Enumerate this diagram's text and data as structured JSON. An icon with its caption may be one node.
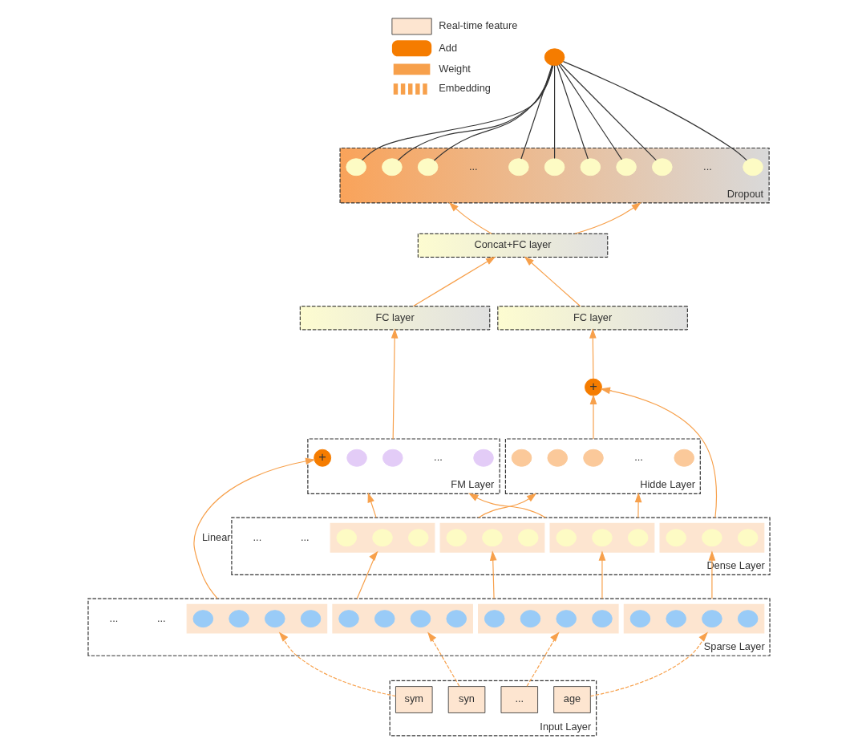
{
  "diagram": {
    "nodes": [
      {
        "text": [],
        "shape": "circle"
      },
      {
        "text": [
          "Dropout"
        ]
      },
      {
        "text": [],
        "shape": "circle",
        "in": 1
      },
      {
        "text": [],
        "shape": "circle",
        "in": 1
      },
      {
        "text": [],
        "shape": "circle",
        "in": 1
      },
      {
        "text": [
          "..."
        ],
        "in": 1
      },
      {
        "text": [],
        "shape": "circle",
        "in": 1
      },
      {
        "text": [],
        "shape": "circle",
        "in": 1
      },
      {
        "text": [],
        "shape": "circle",
        "in": 1
      },
      {
        "text": [],
        "shape": "circle",
        "in": 1
      },
      {
        "text": [],
        "shape": "circle",
        "in": 1
      },
      {
        "text": [
          "..."
        ],
        "in": 1
      },
      {
        "text": [],
        "shape": "circle",
        "in": 1
      },
      {
        "text": [
          "Concat+FC layer"
        ]
      },
      {
        "text": [
          "FC layer"
        ]
      },
      {
        "text": [
          "FC layer"
        ]
      },
      {
        "text": [
          "+"
        ]
      },
      {
        "text": [
          "FM Layer"
        ]
      },
      {
        "text": [
          "+"
        ],
        "in": 17
      },
      {
        "text": [],
        "shape": "circle",
        "in": 17
      },
      {
        "text": [],
        "shape": "circle",
        "in": 17
      },
      {
        "text": [
          "..."
        ],
        "in": 17
      },
      {
        "text": [],
        "shape": "circle",
        "in": 17
      },
      {
        "text": [
          "Hidde Layer"
        ]
      },
      {
        "text": [],
        "shape": "circle",
        "in": 23
      },
      {
        "text": [],
        "shape": "circle",
        "in": 23
      },
      {
        "text": [],
        "shape": "circle",
        "in": 23
      },
      {
        "text": [
          "..."
        ],
        "in": 23
      },
      {
        "text": [],
        "shape": "circle",
        "in": 23
      },
      {
        "text": [
          "Dense Layer"
        ]
      },
      {
        "text": [],
        "shape": "box",
        "in": 29
      },
      {
        "text": [],
        "shape": "circle",
        "in": 30
      },
      {
        "text": [],
        "shape": "circle",
        "in": 30
      },
      {
        "text": [],
        "shape": "circle",
        "in": 30
      },
      {
        "text": [
          "..."
        ],
        "in": 29
      },
      {
        "text": [],
        "shape": "box",
        "in": 29
      },
      {
        "text": [],
        "shape": "circle",
        "in": 35
      },
      {
        "text": [],
        "shape": "circle",
        "in": 35
      },
      {
        "text": [],
        "shape": "circle",
        "in": 35
      },
      {
        "text": [],
        "shape": "box",
        "in": 29
      },
      {
        "text": [],
        "shape": "circle",
        "in": 39
      },
      {
        "text": [],
        "shape": "circle",
        "in": 39
      },
      {
        "text": [],
        "shape": "circle",
        "in": 39
      },
      {
        "text": [
          "..."
        ],
        "in": 29
      },
      {
        "text": [],
        "shape": "box",
        "in": 29
      },
      {
        "text": [],
        "shape": "circle",
        "in": 44
      },
      {
        "text": [],
        "shape": "circle",
        "in": 44
      },
      {
        "text": [],
        "shape": "circle",
        "in": 44
      },
      {
        "text": [
          "Sparse Layer"
        ]
      },
      {
        "text": [],
        "shape": "box",
        "in": 48
      },
      {
        "text": [],
        "shape": "circle",
        "in": 49
      },
      {
        "text": [],
        "shape": "circle",
        "in": 49
      },
      {
        "text": [],
        "shape": "circle",
        "in": 49
      },
      {
        "text": [],
        "shape": "circle",
        "in": 49
      },
      {
        "text": [
          "..."
        ],
        "in": 48
      },
      {
        "text": [],
        "shape": "box",
        "in": 48
      },
      {
        "text": [],
        "shape": "circle",
        "in": 55
      },
      {
        "text": [],
        "shape": "circle",
        "in": 55
      },
      {
        "text": [],
        "shape": "circle",
        "in": 55
      },
      {
        "text": [],
        "shape": "circle",
        "in": 55
      },
      {
        "text": [],
        "shape": "box",
        "in": 48
      },
      {
        "text": [],
        "shape": "circle",
        "in": 60
      },
      {
        "text": [],
        "shape": "circle",
        "in": 60
      },
      {
        "text": [],
        "shape": "circle",
        "in": 60
      },
      {
        "text": [],
        "shape": "circle",
        "in": 60
      },
      {
        "text": [
          "..."
        ],
        "in": 48
      },
      {
        "text": [],
        "shape": "box",
        "in": 48
      },
      {
        "text": [],
        "shape": "circle",
        "in": 66
      },
      {
        "text": [],
        "shape": "circle",
        "in": 66
      },
      {
        "text": [],
        "shape": "circle",
        "in": 66
      },
      {
        "text": [],
        "shape": "circle",
        "in": 66
      },
      {
        "text": [
          "Input Layer"
        ]
      },
      {
        "text": [
          "sym"
        ],
        "in": 71
      },
      {
        "text": [
          "syn"
        ],
        "in": 71
      },
      {
        "text": [
          "..."
        ],
        "in": 71
      },
      {
        "text": [
          "age"
        ],
        "in": 71
      }
    ],
    "edges": [
      {
        "from": 2,
        "to": 0,
        "arrow": "none",
        "color": "#333333"
      },
      {
        "from": 3,
        "to": 0,
        "arrow": "none",
        "color": "#333333"
      },
      {
        "from": 4,
        "to": 0,
        "arrow": "none",
        "color": "#333333"
      },
      {
        "from": 6,
        "to": 0,
        "arrow": "none",
        "color": "#333333"
      },
      {
        "from": 7,
        "to": 0,
        "arrow": "none",
        "color": "#333333"
      },
      {
        "from": 8,
        "to": 0,
        "arrow": "none",
        "color": "#333333"
      },
      {
        "from": 9,
        "to": 0,
        "arrow": "none",
        "color": "#333333"
      },
      {
        "from": 10,
        "to": 0,
        "arrow": "none",
        "color": "#333333"
      },
      {
        "from": 12,
        "to": 0,
        "arrow": "none",
        "color": "#333333"
      },
      {
        "from": 13,
        "to": 1,
        "arrow": "to"
      },
      {
        "from": 13,
        "to": 1,
        "arrow": "to"
      },
      {
        "from": 14,
        "to": 13,
        "arrow": "to"
      },
      {
        "from": 15,
        "to": 13,
        "arrow": "to"
      },
      {
        "from": 17,
        "to": 14,
        "arrow": "to"
      },
      {
        "from": 23,
        "to": 16,
        "arrow": "to"
      },
      {
        "from": 16,
        "to": 15,
        "arrow": "to"
      },
      {
        "from": 48,
        "to": 18,
        "arrow": "to",
        "label": "Linear"
      },
      {
        "from": 29,
        "to": 17,
        "arrow": "to"
      },
      {
        "from": 29,
        "to": 23,
        "arrow": "to"
      },
      {
        "from": 29,
        "to": 17,
        "arrow": "to"
      },
      {
        "from": 29,
        "to": 23,
        "arrow": "to"
      },
      {
        "from": 29,
        "to": 16,
        "arrow": "to"
      },
      {
        "from": 48,
        "to": 30,
        "arrow": "to"
      },
      {
        "from": 48,
        "to": 35,
        "arrow": "to"
      },
      {
        "from": 48,
        "to": 39,
        "arrow": "to"
      },
      {
        "from": 48,
        "to": 44,
        "arrow": "to"
      },
      {
        "from": 72,
        "to": 49,
        "arrow": "to",
        "style": "dashed"
      },
      {
        "from": 73,
        "to": 55,
        "arrow": "to",
        "style": "dashed"
      },
      {
        "from": 74,
        "to": 60,
        "arrow": "to",
        "style": "dashed"
      },
      {
        "from": 75,
        "to": 66,
        "arrow": "to",
        "style": "dashed"
      }
    ],
    "legend": [
      {
        "text": "Real-time feature",
        "color": "#fde5d0"
      },
      {
        "text": "Add"
      },
      {
        "text": "Weight"
      },
      {
        "text": "Embedding"
      }
    ]
  }
}
